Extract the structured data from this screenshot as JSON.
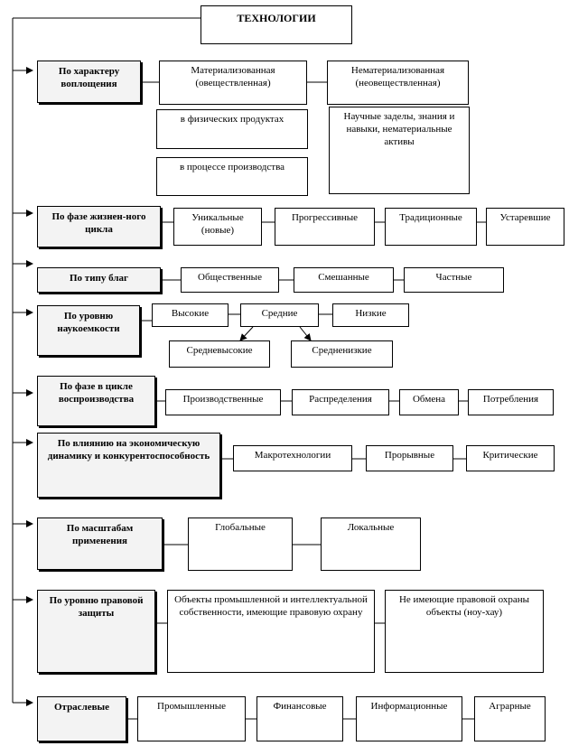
{
  "root": "ТЕХНОЛОГИИ",
  "categories": [
    {
      "label": "По характеру воплощения",
      "items": [
        "Материализованная (овеществленная)",
        "Нематериализованная (неовеществленная)",
        "в физических продуктах",
        "в процессе производства",
        "Научные заделы, знания и навыки, нематериальные активы"
      ]
    },
    {
      "label": "По фазе жизнен-ного цикла",
      "items": [
        "Уникальные (новые)",
        "Прогрессивные",
        "Традиционные",
        "Устаревшие"
      ]
    },
    {
      "label": "По типу благ",
      "items": [
        "Общественные",
        "Смешанные",
        "Частные"
      ]
    },
    {
      "label": "По уровню наукоемкости",
      "items": [
        "Высокие",
        "Средние",
        "Низкие",
        "Средневысокие",
        "Средненизкие"
      ]
    },
    {
      "label": "По фазе в цикле воспроизводства",
      "items": [
        "Производственные",
        "Распределения",
        "Обмена",
        "Потребления"
      ]
    },
    {
      "label": "По влиянию на экономическую динамику и конкурентоспособность",
      "items": [
        "Макротехнологии",
        "Прорывные",
        "Критические"
      ]
    },
    {
      "label": "По масштабам применения",
      "items": [
        "Глобальные",
        "Локальные"
      ]
    },
    {
      "label": "По уровню правовой защиты",
      "items": [
        "Объекты промышленной и интеллектуальной собственности, имеющие правовую охрану",
        "Не имеющие правовой охраны объекты (ноу-хау)"
      ]
    },
    {
      "label": "Отраслевые",
      "items": [
        "Промышленные",
        "Финансовые",
        "Информационные",
        "Аграрные"
      ]
    }
  ]
}
